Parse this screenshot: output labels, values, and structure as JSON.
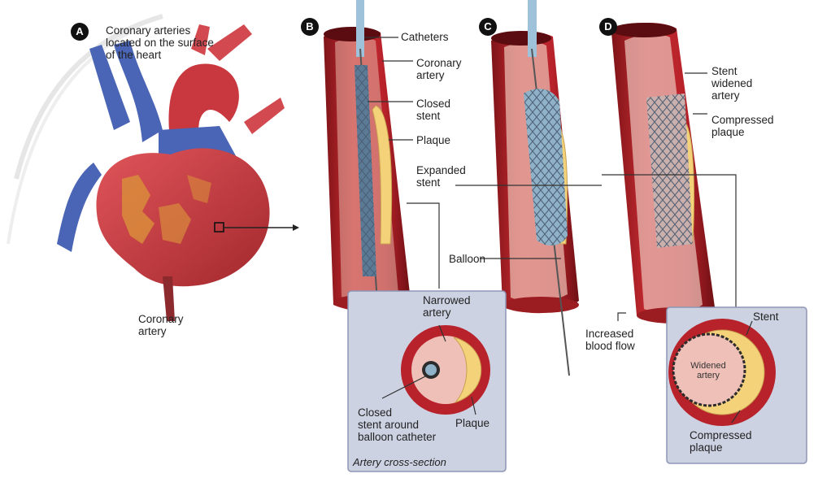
{
  "panels": [
    {
      "letter": "A",
      "heading": "Coronary arteries\nlocated on the surface\nof the heart",
      "bottom_label": "Coronary\nartery"
    },
    {
      "letter": "B",
      "catheters": "Catheters",
      "coronary_artery": "Coronary\nartery",
      "closed_stent": "Closed\nstent",
      "plaque": "Plaque"
    },
    {
      "letter": "C",
      "expanded_stent": "Expanded\nstent",
      "balloon": "Balloon",
      "increased_flow": "Increased\nblood flow"
    },
    {
      "letter": "D",
      "stent_widened": "Stent\nwidened\nartery",
      "compressed_plaque": "Compressed\nplaque"
    }
  ],
  "cross_section_b": {
    "narrowed": "Narrowed\nartery",
    "closed_stent_around": "Closed\nstent around\nballoon catheter",
    "plaque": "Plaque",
    "caption": "Artery cross-section"
  },
  "cross_section_d": {
    "stent": "Stent",
    "widened": "Widened\nartery",
    "compressed": "Compressed\nplaque"
  },
  "colors": {
    "artery": "#b8222a",
    "artery_dark": "#7e1418",
    "plaque": "#f3d27a",
    "inset_bg": "#cdd2e3",
    "vein": "#4a64b6"
  }
}
